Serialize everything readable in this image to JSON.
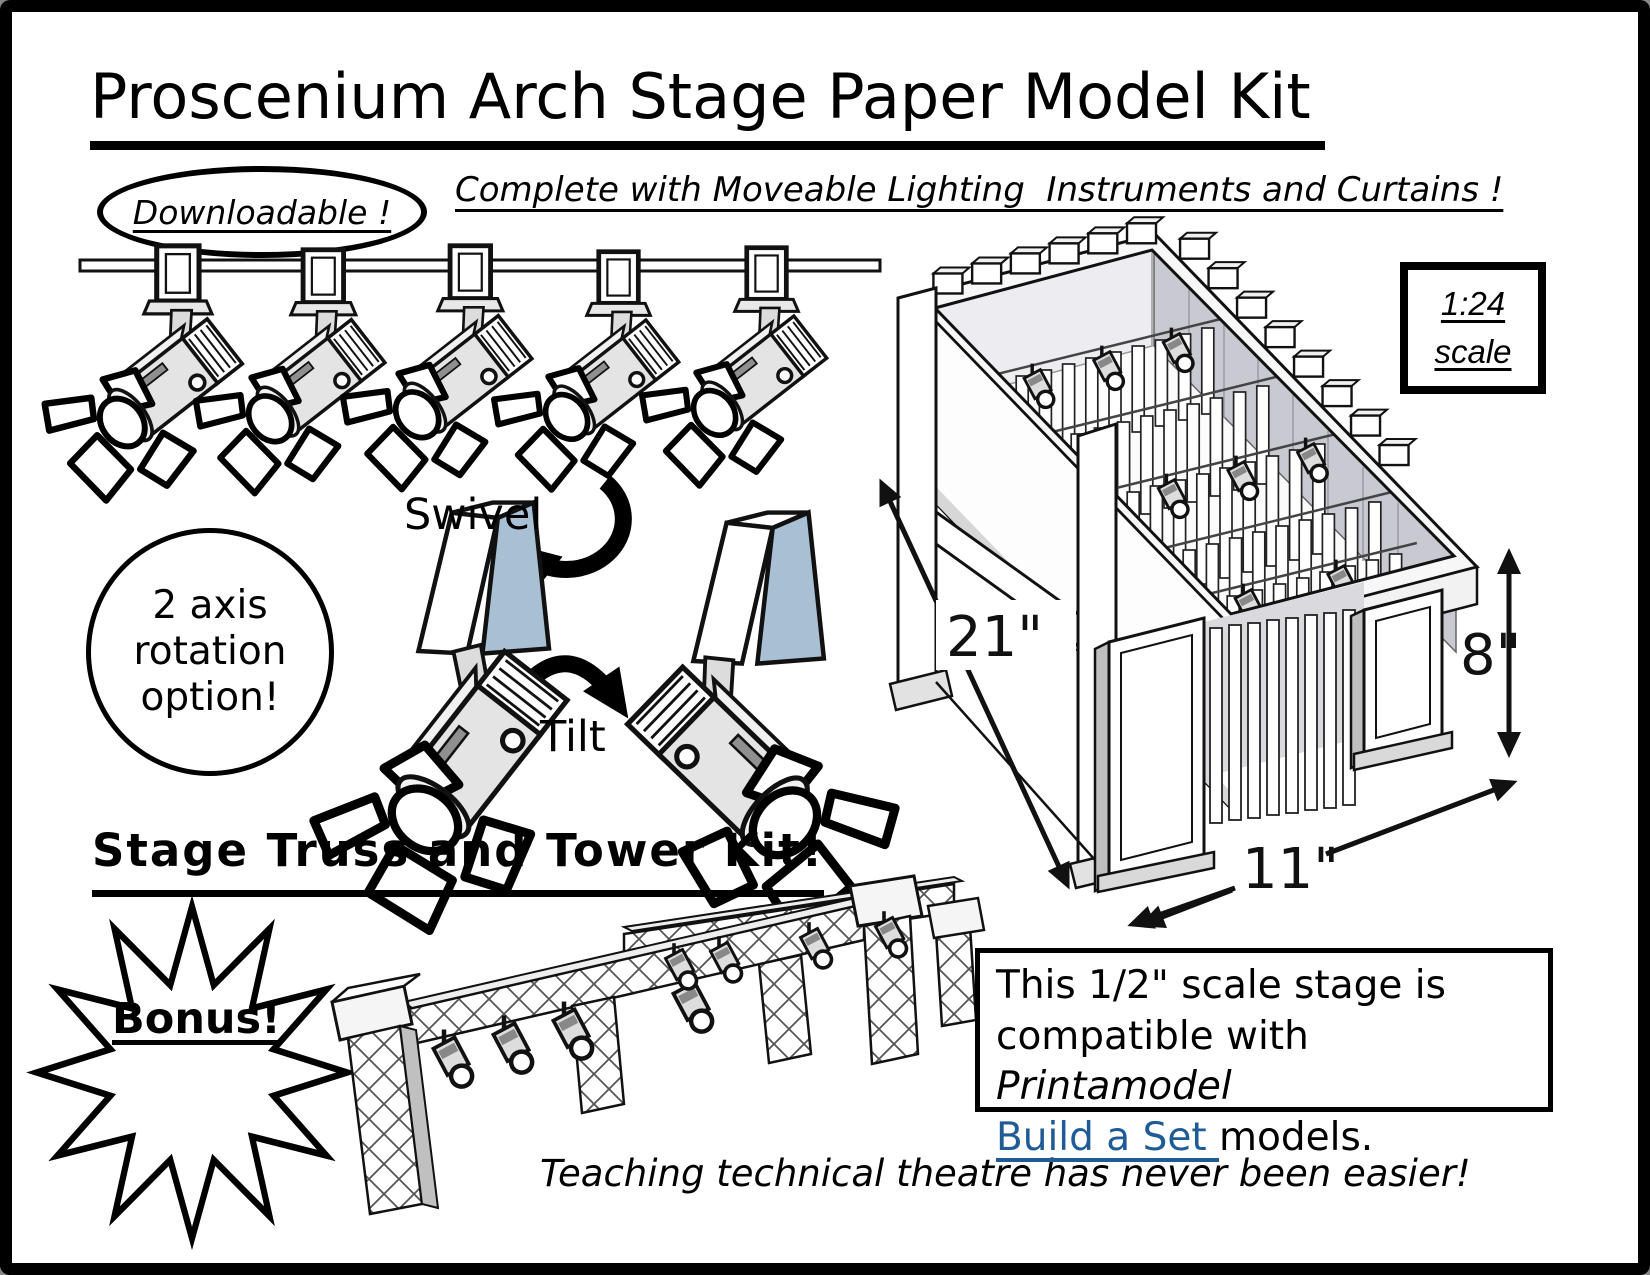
{
  "header": {
    "title": "Proscenium Arch Stage Paper Model Kit",
    "badge": "Downloadable !",
    "subtitle": "Complete with Moveable Lighting  Instruments and Curtains !"
  },
  "stage_model": {
    "scale_line1": "1:24",
    "scale_line2": "scale",
    "dim_length": "21\"",
    "dim_height": "8\"",
    "dim_width": "11\""
  },
  "rotation": {
    "note_line1": "2 axis",
    "note_line2": "rotation",
    "note_line3": "option!",
    "swivel_label": "Swivel",
    "tilt_label": "Tilt"
  },
  "truss": {
    "heading": "Stage Truss and Tower Kit!",
    "bonus": "Bonus!"
  },
  "compat": {
    "line1": "This 1/2\" scale stage is",
    "line2_pre": "compatible with ",
    "brand": "Printamodel",
    "link_label": "Build a Set ",
    "line3_post": "models.",
    "link_color": "#1f5c96"
  },
  "tagline": "Teaching technical theatre has never been easier!"
}
